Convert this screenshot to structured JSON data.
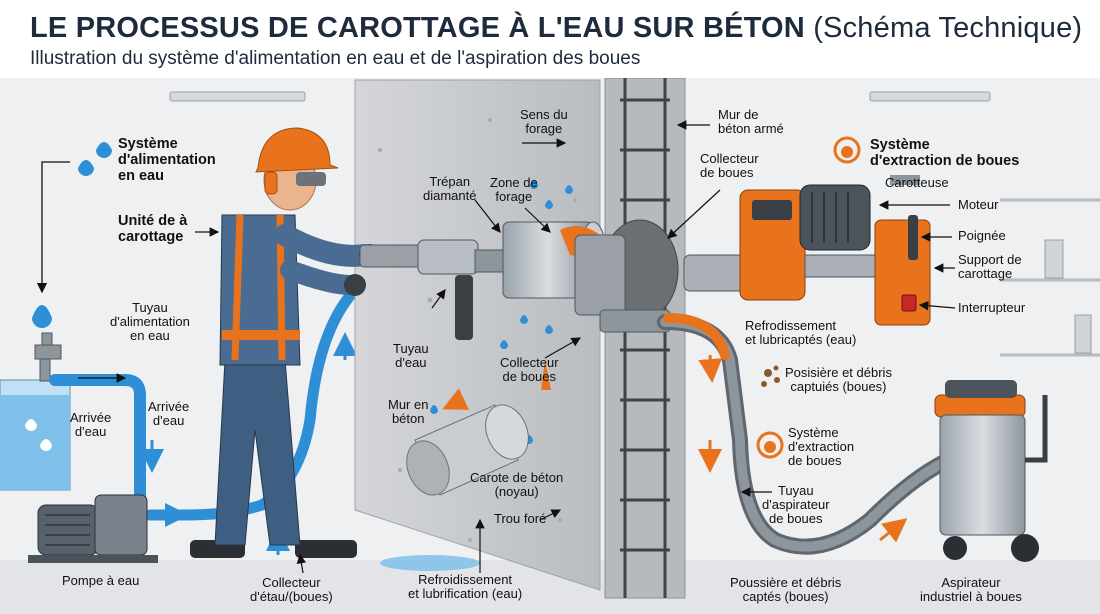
{
  "header": {
    "title_main": "LE PROCESSUS DE CAROTTAGE À L'EAU SUR BÉTON",
    "title_sub": "(Schéma Technique)",
    "subtitle": "Illustration du système d'alimentation en eau et de l'aspiration des boues"
  },
  "labels": {
    "water_supply_system": "Système\nd'alimentation\nen eau",
    "coring_unit": "Unité de à\ncarottage",
    "supply_hose": "Tuyau\nd'alimentation\nen eau",
    "water_inlet_1": "Arrivée\nd'eau",
    "water_inlet_2": "Arrivée\nd'eau",
    "water_pump": "Pompe à eau",
    "collector_water_mud": "Collecteur\nd'étau/(boues)",
    "cooling_lubrication_water": "Refroidissement\net lubrification (eau)",
    "water_hose": "Tuyau\nd'eau",
    "mud_collector_center": "Collecteur\nde boues",
    "concrete_wall_left": "Mur en\nbéton",
    "concrete_core": "Carote de béton\n(noyau)",
    "drilled_hole": "Trou foré",
    "diamond_bit": "Trépan\ndiamanté",
    "drilling_zone": "Zone de\nforage",
    "drilling_direction": "Sens du\nforage",
    "reinforced_wall": "Mur de\nbéton armé",
    "mud_collector_right": "Collecteur\nde boues",
    "mud_extraction_system_top": "Système\nd'extraction de boues",
    "core_drill": "Carotteuse",
    "motor": "Moteur",
    "handle": "Poignée",
    "drill_stand": "Support de\ncarottage",
    "switch": "Interrupteur",
    "cooling_captured": "Refrodissement\net lubricaptés (eau)",
    "dust_debris_captured": "Posisière et débris\ncaptuiés (boues)",
    "mud_extraction_system_mid": "Système\nd'extraction\nde boues",
    "vacuum_hose": "Tuyau\nd'aspirateur\nde boues",
    "dust_debris_bottom": "Poussière et débris\ncaptés (boues)",
    "industrial_vacuum": "Aspirateur\nindustriel à boues"
  },
  "colors": {
    "accent_orange": "#e8731c",
    "water_blue": "#2f8fd6",
    "worker_blue": "#3f5f82",
    "concrete": "#c9ccd0"
  }
}
